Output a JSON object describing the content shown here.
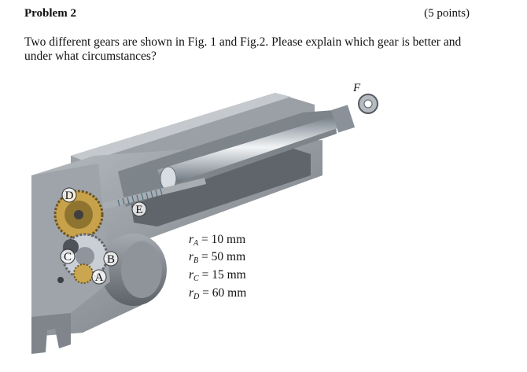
{
  "problem": {
    "title": "Problem 2",
    "points": "(5 points)",
    "question": "Two different gears are shown in Fig. 1 and Fig.2. Please explain which gear is better and under what circumstances?"
  },
  "figure": {
    "labels": {
      "A": "A",
      "B": "B",
      "C": "C",
      "D": "D",
      "E": "E",
      "F": "F"
    },
    "radii": [
      {
        "var": "r",
        "sub": "A",
        "value": "= 10 mm"
      },
      {
        "var": "r",
        "sub": "B",
        "value": "= 50 mm"
      },
      {
        "var": "r",
        "sub": "C",
        "value": "= 15 mm"
      },
      {
        "var": "r",
        "sub": "D",
        "value": "= 60 mm"
      }
    ]
  }
}
